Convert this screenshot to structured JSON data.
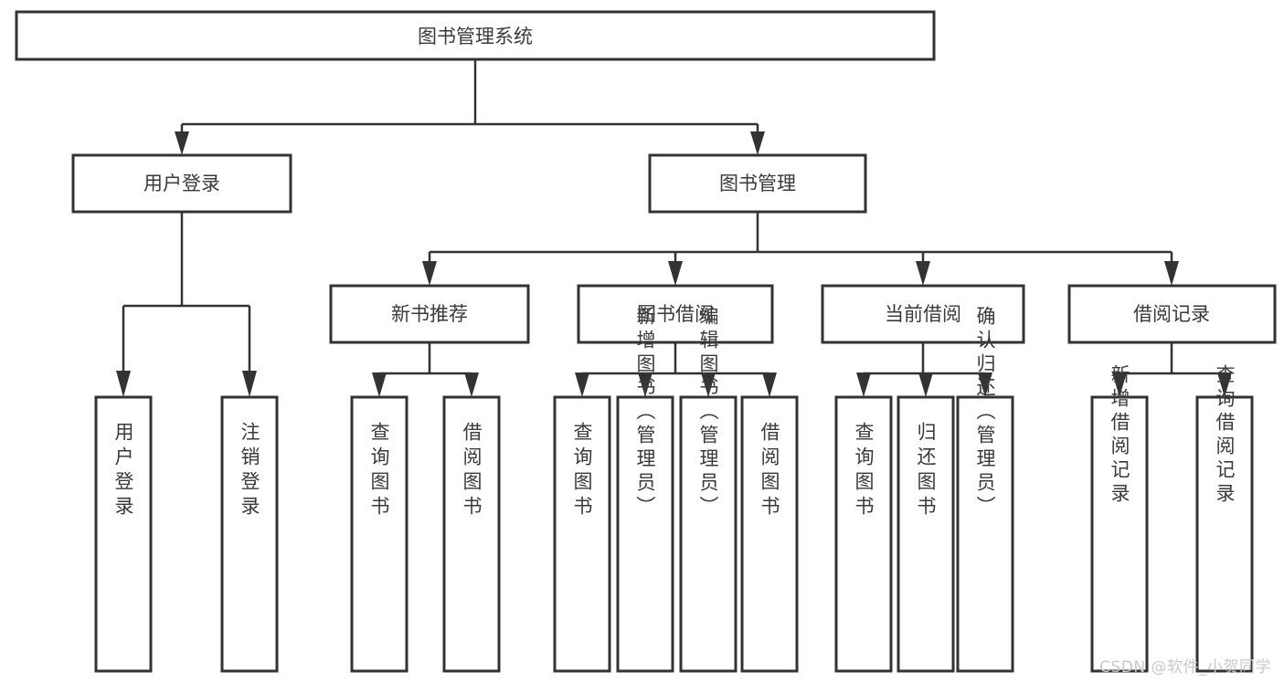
{
  "diagram": {
    "type": "hierarchy-tree",
    "title": "图书管理系统",
    "orientation": "top-down",
    "watermark": "CSDN @软件_小贺同学",
    "colors": {
      "box_fill": "#ffffff",
      "box_stroke": "#333333",
      "connector": "#333333",
      "label_text": "#3a3a3a",
      "watermark_text": "#c9c9c9",
      "background": "#ffffff"
    },
    "nodes": {
      "root": {
        "label": "图书管理系统",
        "level": 0
      },
      "level1": [
        {
          "id": "user-login",
          "label": "用户登录"
        },
        {
          "id": "book-manage",
          "label": "图书管理"
        }
      ],
      "level2": [
        {
          "id": "new-book-recommend",
          "label": "新书推荐",
          "parent": "book-manage"
        },
        {
          "id": "book-borrow",
          "label": "图书借阅",
          "parent": "book-manage"
        },
        {
          "id": "current-borrow",
          "label": "当前借阅",
          "parent": "book-manage"
        },
        {
          "id": "borrow-record",
          "label": "借阅记录",
          "parent": "book-manage"
        }
      ],
      "leaves": [
        {
          "id": "leaf-user-login",
          "label": "用户登录",
          "parent": "user-login"
        },
        {
          "id": "leaf-logout-login",
          "label": "注销登录",
          "parent": "user-login"
        },
        {
          "id": "leaf-query-book-1",
          "label": "查询图书",
          "parent": "new-book-recommend"
        },
        {
          "id": "leaf-borrow-book-1",
          "label": "借阅图书",
          "parent": "new-book-recommend"
        },
        {
          "id": "leaf-query-book-2",
          "label": "查询图书",
          "parent": "book-borrow"
        },
        {
          "id": "leaf-add-book",
          "label": "新增图书（管理员）",
          "parent": "book-borrow"
        },
        {
          "id": "leaf-edit-book",
          "label": "编辑图书（管理员）",
          "parent": "book-borrow"
        },
        {
          "id": "leaf-borrow-book-2",
          "label": "借阅图书",
          "parent": "book-borrow"
        },
        {
          "id": "leaf-query-book-3",
          "label": "查询图书",
          "parent": "current-borrow"
        },
        {
          "id": "leaf-return-book",
          "label": "归还图书",
          "parent": "current-borrow"
        },
        {
          "id": "leaf-confirm-return",
          "label": "确认归还（管理员）",
          "parent": "current-borrow"
        },
        {
          "id": "leaf-add-record",
          "label": "新增借阅记录",
          "parent": "borrow-record"
        },
        {
          "id": "leaf-query-record",
          "label": "查询借阅记录",
          "parent": "borrow-record"
        }
      ]
    }
  }
}
